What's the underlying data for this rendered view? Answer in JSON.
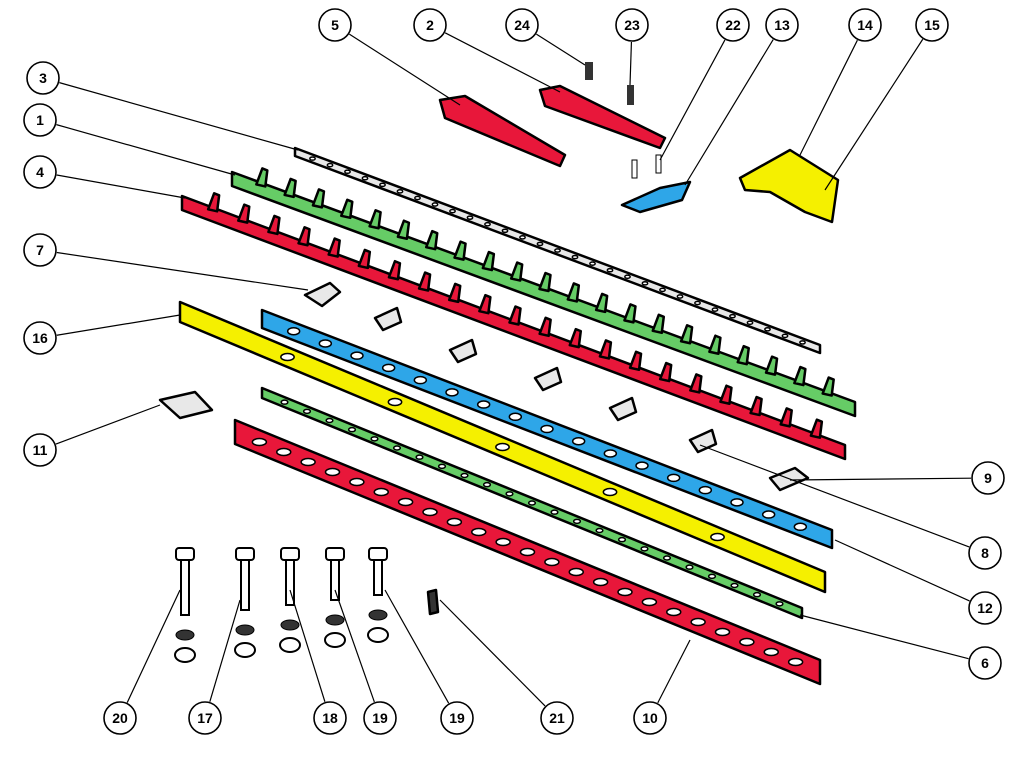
{
  "title": "Cutter bar exploded parts diagram",
  "colors": {
    "red": "#e8173a",
    "green": "#66cc66",
    "blue": "#2ea6e8",
    "yellow": "#f5f000",
    "gray": "#e8e8e8"
  },
  "callouts": [
    "5",
    "2",
    "24",
    "23",
    "22",
    "13",
    "14",
    "15",
    "3",
    "1",
    "4",
    "7",
    "16",
    "11",
    "9",
    "8",
    "12",
    "6",
    "20",
    "17",
    "18",
    "19",
    "19",
    "21",
    "10"
  ]
}
